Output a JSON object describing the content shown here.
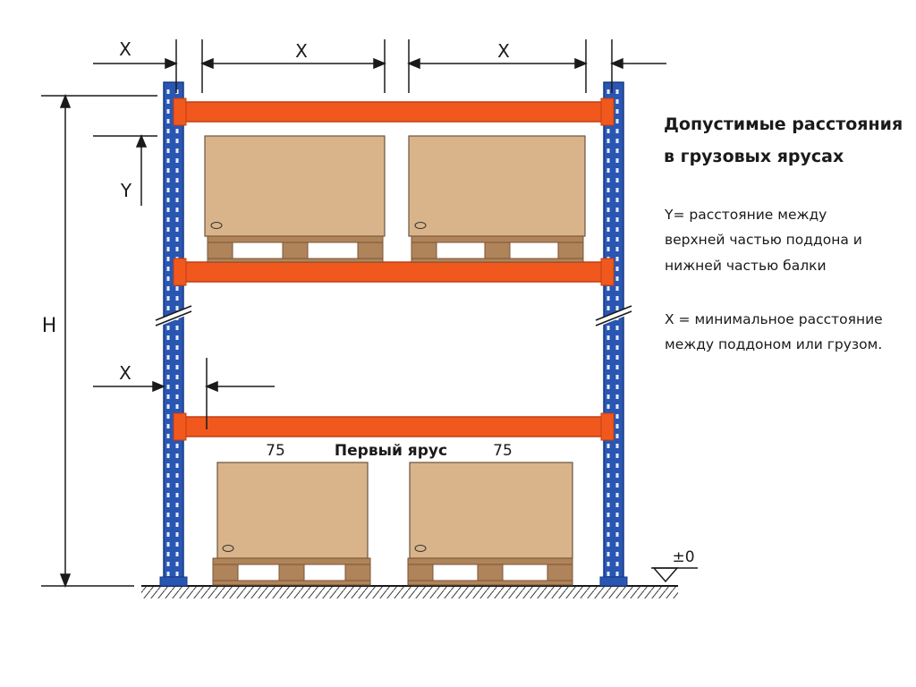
{
  "title": {
    "line1": "Допустимые расстояния",
    "line2": "в грузовых ярусах"
  },
  "legend": {
    "y_line1": "Y= расстояние между",
    "y_line2": "верхней частью поддона и",
    "y_line3": "нижней частью балки",
    "x_line1": "X = минимальное расстояние",
    "x_line2": "между поддоном или грузом."
  },
  "dims": {
    "x": "X",
    "y": "Y",
    "h": "H",
    "zero": "±0"
  },
  "first_level": {
    "label": "Первый ярус",
    "left_value": "75",
    "right_value": "75"
  },
  "colors": {
    "upright": "#2a56b3",
    "upright_dark": "#173a80",
    "beam": "#f0581e",
    "beam_dark": "#c23f10",
    "box": "#d9b48a",
    "box_edge": "#6a5440",
    "pallet": "#b0845a",
    "pallet_dark": "#7a5534",
    "line": "#1a1a1a"
  }
}
